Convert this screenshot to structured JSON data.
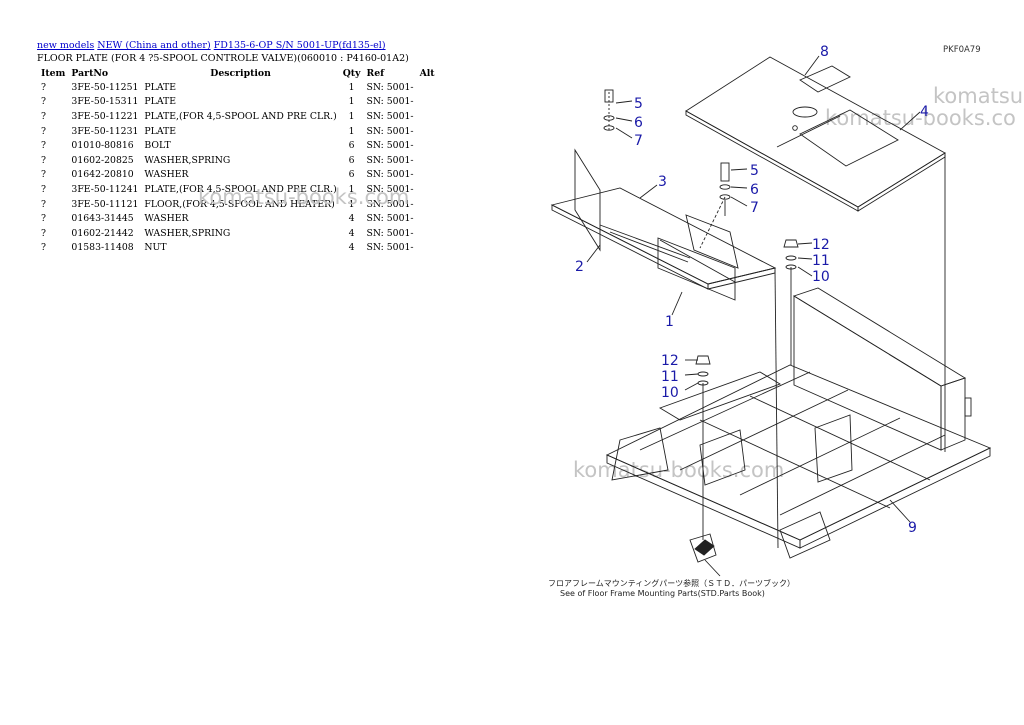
{
  "breadcrumb": {
    "links": [
      "new models",
      "NEW (China and other)",
      "FD135-6-OP S/N 5001-UP(fd135-el)"
    ]
  },
  "page_title": "FLOOR PLATE (FOR 4 ?5-SPOOL CONTROLE VALVE)(060010 : P4160-01A2)",
  "table": {
    "headers": [
      "Item",
      "PartNo",
      "Description",
      "Qty",
      "Ref",
      "Alt"
    ],
    "rows": [
      [
        "?",
        "3FE-50-11251",
        "PLATE",
        "1",
        "SN: 5001-",
        ""
      ],
      [
        "?",
        "3FE-50-15311",
        "PLATE",
        "1",
        "SN: 5001-",
        ""
      ],
      [
        "?",
        "3FE-50-11221",
        "PLATE,(FOR 4,5-SPOOL AND PRE CLR.)",
        "1",
        "SN: 5001-",
        ""
      ],
      [
        "?",
        "3FE-50-11231",
        "PLATE",
        "1",
        "SN: 5001-",
        ""
      ],
      [
        "?",
        "01010-80816",
        "BOLT",
        "6",
        "SN: 5001-",
        ""
      ],
      [
        "?",
        "01602-20825",
        "WASHER,SPRING",
        "6",
        "SN: 5001-",
        ""
      ],
      [
        "?",
        "01642-20810",
        "WASHER",
        "6",
        "SN: 5001-",
        ""
      ],
      [
        "?",
        "3FE-50-11241",
        "PLATE,(FOR 4,5-SPOOL AND PRE CLR.)",
        "1",
        "SN: 5001-",
        ""
      ],
      [
        "?",
        "3FE-50-11121",
        "FLOOR,(FOR 4,5-SPOOL AND HEATER)",
        "1",
        "SN: 5001-",
        ""
      ],
      [
        "?",
        "01643-31445",
        "WASHER",
        "4",
        "SN: 5001-",
        ""
      ],
      [
        "?",
        "01602-21442",
        "WASHER,SPRING",
        "4",
        "SN: 5001-",
        ""
      ],
      [
        "?",
        "01583-11408",
        "NUT",
        "4",
        "SN: 5001-",
        ""
      ]
    ]
  },
  "watermarks": [
    "komatsu-books.com",
    "komatsu-books.com",
    "komatsu",
    "komatsu-books.co"
  ],
  "diagram": {
    "code": "PKF0A79",
    "callouts": [
      "1",
      "2",
      "3",
      "4",
      "5",
      "6",
      "7",
      "5",
      "6",
      "7",
      "8",
      "9",
      "12",
      "11",
      "10",
      "12",
      "11",
      "10"
    ],
    "caption_jp": "フロアフレームマウンティングパーツ参照（ＳＴＤ．パーツブック）",
    "caption_en": "See of Floor Frame Mounting Parts(STD.Parts Book)"
  }
}
